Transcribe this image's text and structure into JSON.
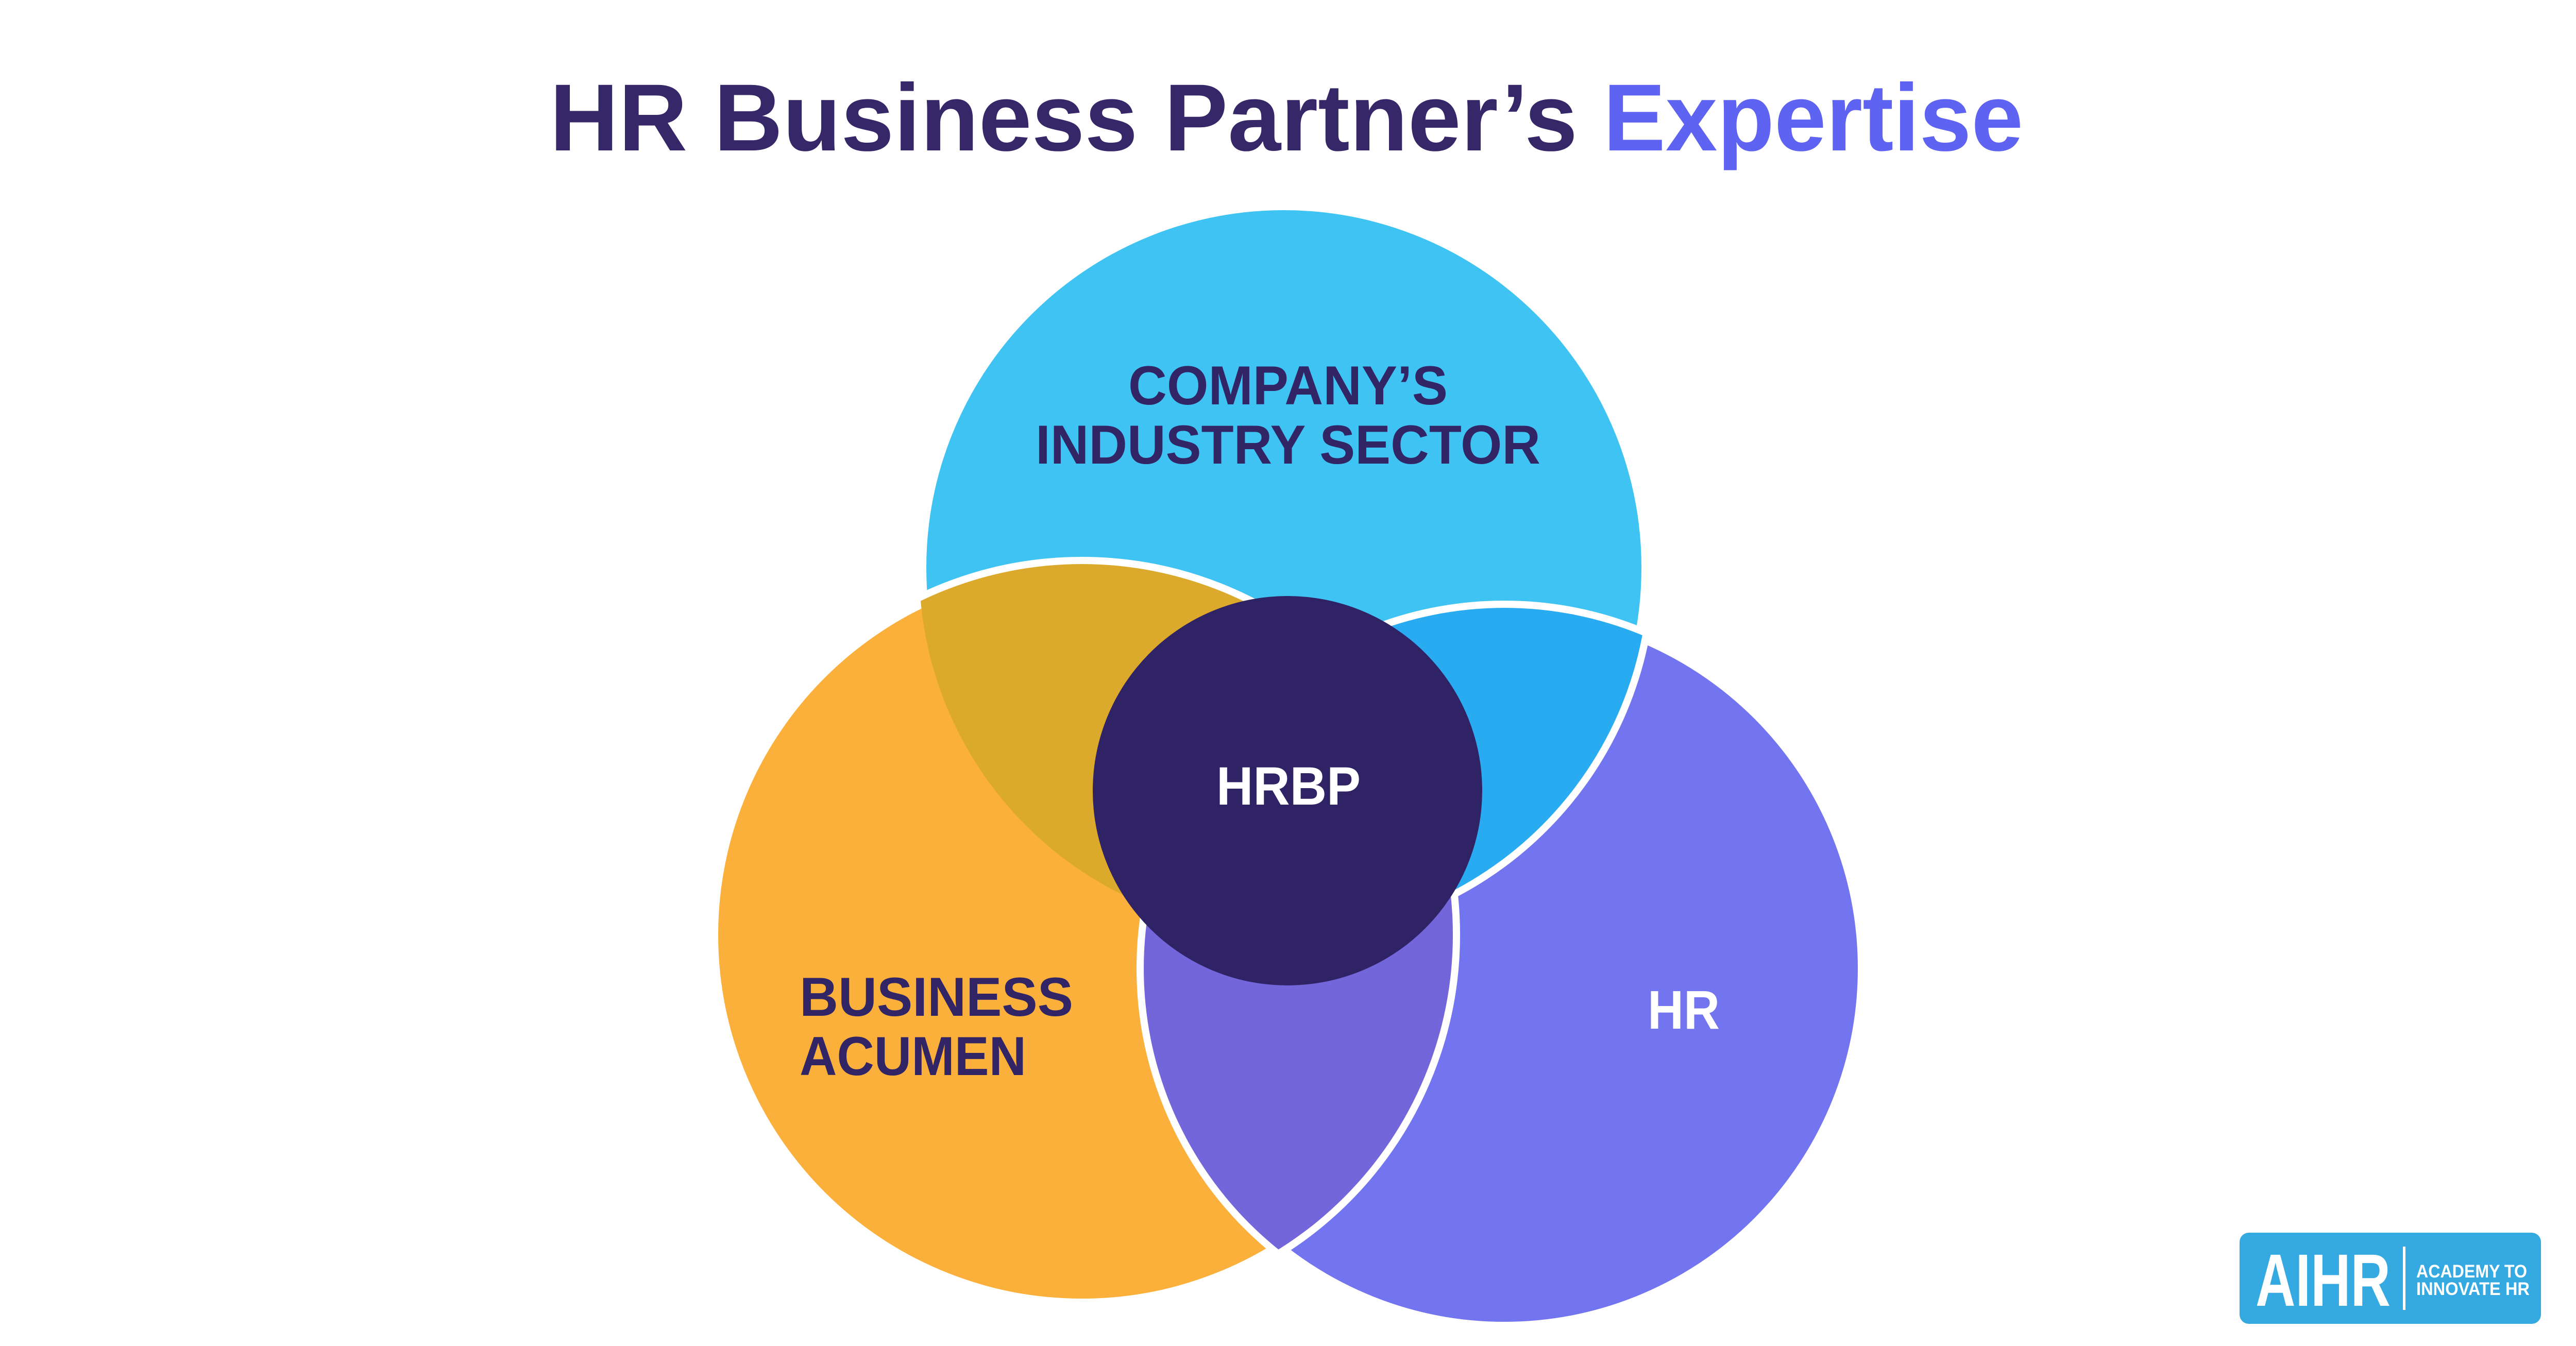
{
  "title": {
    "prefix": "HR Business Partner’s",
    "accent": "Expertise"
  },
  "venn": {
    "circle_industry": {
      "line1": "COMPANY’S",
      "line2": "INDUSTRY SECTOR"
    },
    "circle_business": {
      "line1": "BUSINESS",
      "line2": "ACUMEN"
    },
    "circle_hr": {
      "label": "HR"
    },
    "center": {
      "label": "HRBP"
    }
  },
  "logo": {
    "brand": "AIHR",
    "tagline_line1": "ACADEMY TO",
    "tagline_line2": "INNOVATE HR"
  },
  "colors": {
    "background": "#FFFFFF",
    "industry_cyan": "#3FC3F2",
    "business_yellow": "#FBB03B",
    "hr_purple": "#7274F0",
    "overlap_industry_business": "#DBA92B",
    "overlap_industry_hr": "#29ABF2",
    "overlap_business_hr": "#7366DB",
    "center_navy": "#302365",
    "title_navy": "#362768",
    "title_accent": "#5F63F2",
    "label_navy": "#312566",
    "label_white": "#FFFFFF",
    "logo_blue": "#35A9E1"
  }
}
